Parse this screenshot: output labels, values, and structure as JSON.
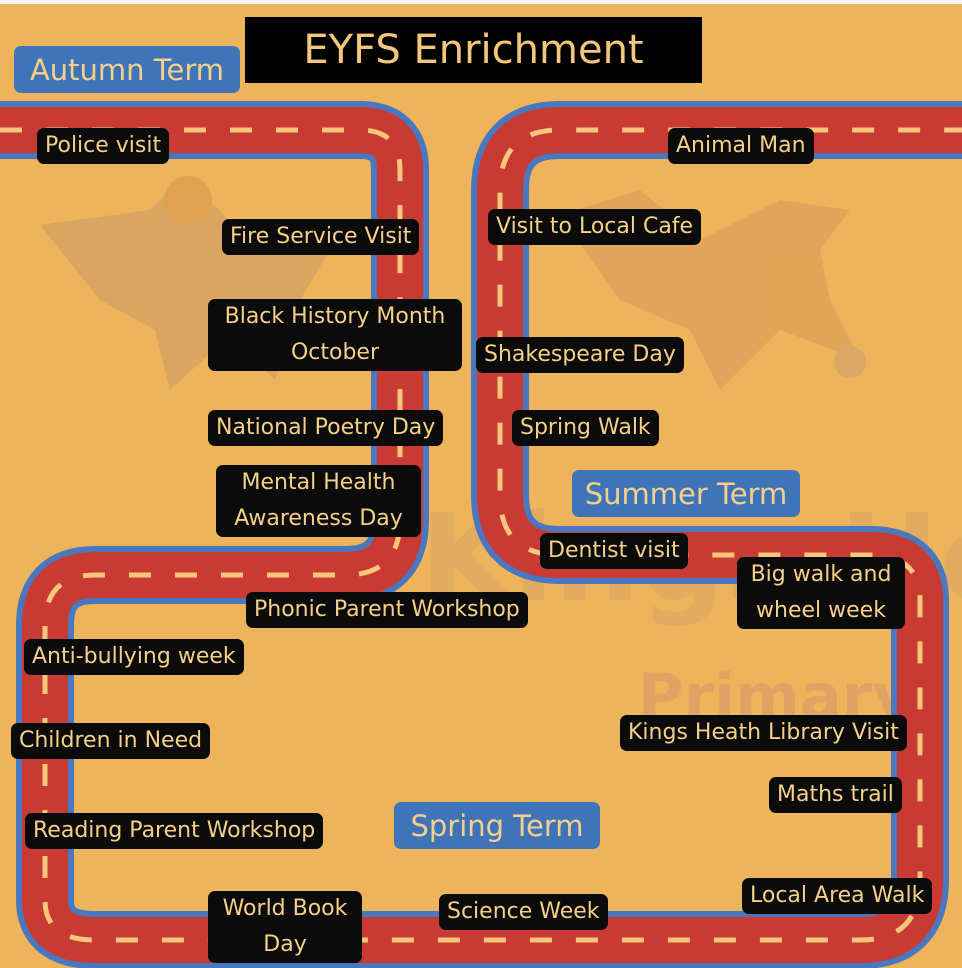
{
  "title": "EYFS Enrichment",
  "terms": {
    "autumn": "Autumn Term",
    "summer": "Summer Term",
    "spring": "Spring Term"
  },
  "events": {
    "police_visit": "Police visit",
    "fire_service_visit": "Fire Service Visit",
    "black_history_1": "Black History Month",
    "black_history_2": "October",
    "national_poetry_day": "National Poetry Day",
    "mental_health_1": "Mental Health",
    "mental_health_2": "Awareness Day",
    "phonic_parent_workshop": "Phonic Parent Workshop",
    "anti_bullying_week": "Anti-bullying week",
    "children_in_need": "Children in Need",
    "reading_parent_workshop": "Reading Parent Workshop",
    "world_book_1": "World Book",
    "world_book_2": "Day",
    "science_week": "Science Week",
    "local_area_walk": "Local Area Walk",
    "maths_trail": "Maths trail",
    "library_visit": "Kings Heath  Library Visit",
    "big_walk_1": "Big walk and",
    "big_walk_2": "wheel week",
    "dentist_visit": "Dentist visit",
    "spring_walk": "Spring Walk",
    "shakespeare_day": "Shakespeare Day",
    "visit_local_cafe": "Visit to Local Cafe",
    "animal_man": "Animal Man"
  },
  "watermark": {
    "wordmark": "Kings Heath",
    "subtitle": "Primary"
  },
  "colors": {
    "background": "#EDB45C",
    "road": "#C93A33",
    "road_border": "#4A78C0",
    "lane_marks": "#F6C77A",
    "label_bg": "#0B0B0B",
    "label_text": "#F6D089",
    "term_bg": "#3F74B8"
  }
}
